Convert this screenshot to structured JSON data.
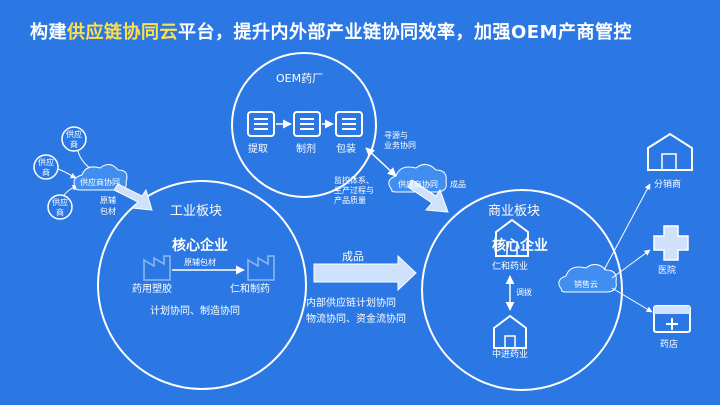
{
  "title": {
    "prefix": "构建",
    "highlight": "供应链协同云",
    "suffix": "平台，提升内外部产业链协同效率，加强OEM产商管控"
  },
  "oem": {
    "label": "OEM药厂",
    "steps": [
      "提取",
      "制剂",
      "包装"
    ],
    "right_note": [
      "寻源与",
      "业务协同"
    ],
    "left_note": [
      "监控体系、",
      "生产过程与",
      "产品质量"
    ],
    "finished_label": "成品"
  },
  "suppliers": {
    "node_label": [
      "供应",
      "商"
    ],
    "cloud_label": "供应商协同",
    "material_label": [
      "原辅",
      "包材"
    ]
  },
  "supplier_cloud_center": "供应商协同",
  "industrial": {
    "label": "工业板块",
    "core": "核心企业",
    "material_flow": "原辅包材",
    "left_company": "药用塑胶",
    "right_company": "仁和制药",
    "collab": "计划协同、制造协同"
  },
  "middle": {
    "arrow_label": "成品",
    "line1": "内部供应链计划协同",
    "line2": "物流协同、资金流协同"
  },
  "commercial": {
    "label": "商业板块",
    "core": "核心企业",
    "top_company": "仁和药业",
    "transfer": "调拨",
    "bottom_company": "中进药业",
    "cloud_label": "销售云"
  },
  "outputs": [
    {
      "label": "分销商",
      "icon": "house-icon"
    },
    {
      "label": "医院",
      "icon": "hospital-cross-icon"
    },
    {
      "label": "药店",
      "icon": "pharmacy-icon"
    }
  ],
  "colors": {
    "background": "#2b78e4",
    "highlight": "#ffe04a",
    "line": "#ffffff",
    "cloud": "#3f8ef0"
  }
}
